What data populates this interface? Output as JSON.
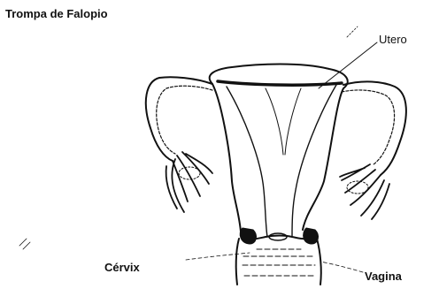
{
  "labels": {
    "fallopian_tube": "Trompa de Falopio",
    "uterus": "Utero",
    "cervix": "Cérvix",
    "vagina": "Vagina"
  },
  "colors": {
    "ink": "#111111",
    "background": "#ffffff"
  }
}
